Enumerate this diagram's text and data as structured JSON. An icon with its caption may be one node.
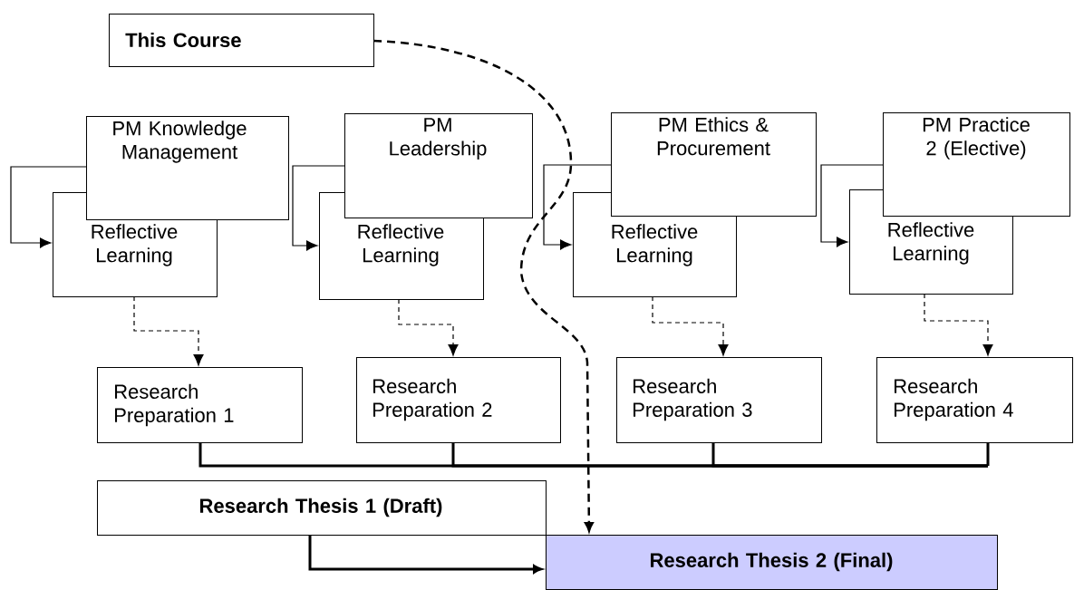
{
  "diagram": {
    "nodes": [
      {
        "text": [
          "This Course"
        ]
      },
      {
        "text": [
          "PM Knowledge Management"
        ]
      },
      {
        "text": [
          "Reflective Learning"
        ]
      },
      {
        "text": [
          "PM Leadership"
        ]
      },
      {
        "text": [
          "Reflective Learning"
        ]
      },
      {
        "text": [
          "PM Ethics & Procurement"
        ]
      },
      {
        "text": [
          "Reflective Learning"
        ]
      },
      {
        "text": [
          "PM Practice 2 (Elective)"
        ]
      },
      {
        "text": [
          "Reflective Learning"
        ]
      },
      {
        "text": [
          "Research Preparation 1"
        ]
      },
      {
        "text": [
          "Research Preparation 2"
        ]
      },
      {
        "text": [
          "Research Preparation 3"
        ]
      },
      {
        "text": [
          "Research Preparation 4"
        ]
      },
      {
        "text": [
          "Research Thesis 1 (Draft)"
        ]
      },
      {
        "text": [
          "Research Thesis 2 (Final)"
        ]
      }
    ],
    "edges": [
      {
        "from": 1,
        "to": 2,
        "arrow": "to"
      },
      {
        "from": 3,
        "to": 4,
        "arrow": "to"
      },
      {
        "from": 5,
        "to": 6,
        "arrow": "to"
      },
      {
        "from": 7,
        "to": 8,
        "arrow": "to"
      },
      {
        "from": 2,
        "to": 9,
        "arrow": "to",
        "style": "dashed"
      },
      {
        "from": 4,
        "to": 10,
        "arrow": "to",
        "style": "dashed"
      },
      {
        "from": 6,
        "to": 11,
        "arrow": "to",
        "style": "dashed"
      },
      {
        "from": 8,
        "to": 12,
        "arrow": "to",
        "style": "dashed"
      },
      {
        "from": 9,
        "to": null,
        "arrow": "none",
        "style": "thick"
      },
      {
        "from": 10,
        "to": null,
        "arrow": "none",
        "style": "thick"
      },
      {
        "from": 11,
        "to": null,
        "arrow": "none",
        "style": "thick"
      },
      {
        "from": 12,
        "to": null,
        "arrow": "none",
        "style": "thick"
      },
      {
        "from": 13,
        "to": 14,
        "arrow": "to",
        "style": "thick"
      },
      {
        "from": 0,
        "to": 14,
        "arrow": "to",
        "style": "dashed"
      }
    ]
  }
}
